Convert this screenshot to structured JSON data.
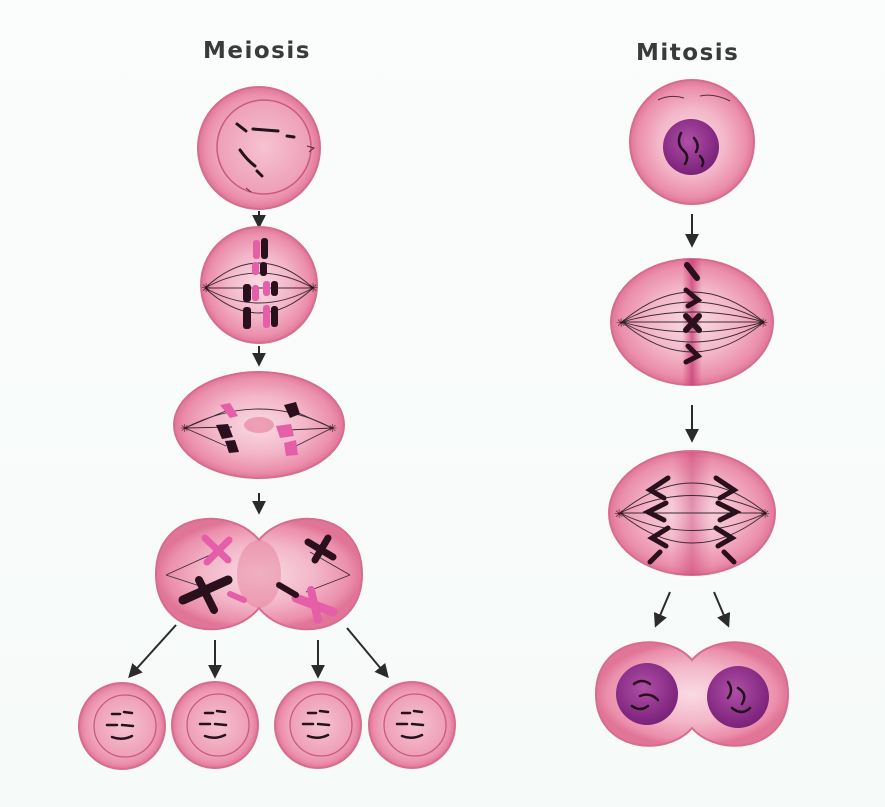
{
  "titles": {
    "meiosis": "Meiosis",
    "mitosis": "Mitosis"
  },
  "colors": {
    "membrane": "#e8789a",
    "cytoplasm": "#f3b2c4",
    "cell_center": "#f8d3de",
    "nuclear_envelope": "#d75e86",
    "nucleoplasm": "#f2aac0",
    "interphase_nucleus": "#8c2d8a",
    "chromatin": "#24121c",
    "chromosome_dark": "#2a0f1c",
    "chromosome_pink": "#e45fa8",
    "spindle": "#3b2a32",
    "arrow": "#2b2b2b"
  },
  "meiosis_stages": [
    "interphase-nucleus",
    "metaphase-I",
    "anaphase-I",
    "telophase-I",
    "four-haploid-daughter-cells"
  ],
  "mitosis_stages": [
    "interphase",
    "metaphase",
    "anaphase",
    "two-diploid-daughter-cells"
  ]
}
